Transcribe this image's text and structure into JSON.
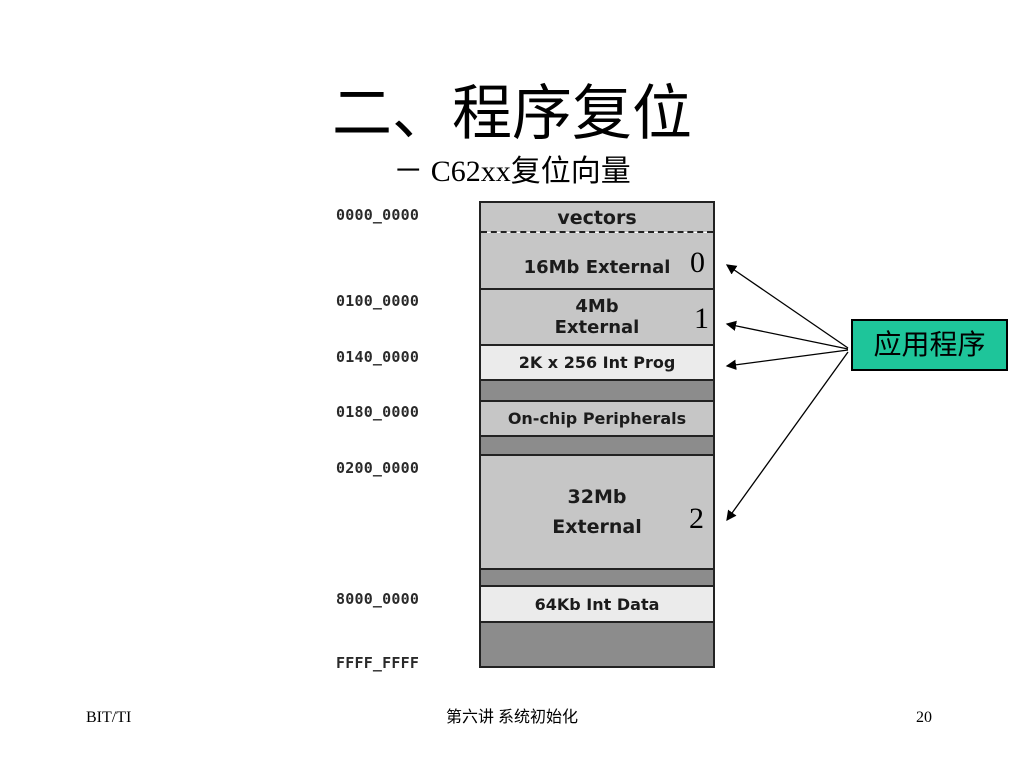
{
  "slide": {
    "title": "二、程序复位",
    "subtitle": "－ C62xx复位向量"
  },
  "memory_map": {
    "addresses": [
      "0000_0000",
      "0100_0000",
      "0140_0000",
      "0180_0000",
      "0200_0000",
      "8000_0000",
      "FFFF_FFFF"
    ],
    "blocks": {
      "vectors": "vectors",
      "ext16": "16Mb External",
      "ext4_line1": "4Mb",
      "ext4_line2": "External",
      "int_prog": "2K x 256 Int Prog",
      "peripherals": "On-chip Peripherals",
      "ext32_line1": "32Mb",
      "ext32_line2": "External",
      "int_data": "64Kb Int Data"
    },
    "markers": [
      "0",
      "1",
      "2"
    ]
  },
  "callout": {
    "label": "应用程序",
    "color": "#1ec59a"
  },
  "footer": {
    "left": "BIT/TI",
    "center": "第六讲 系统初始化",
    "right": "20"
  }
}
